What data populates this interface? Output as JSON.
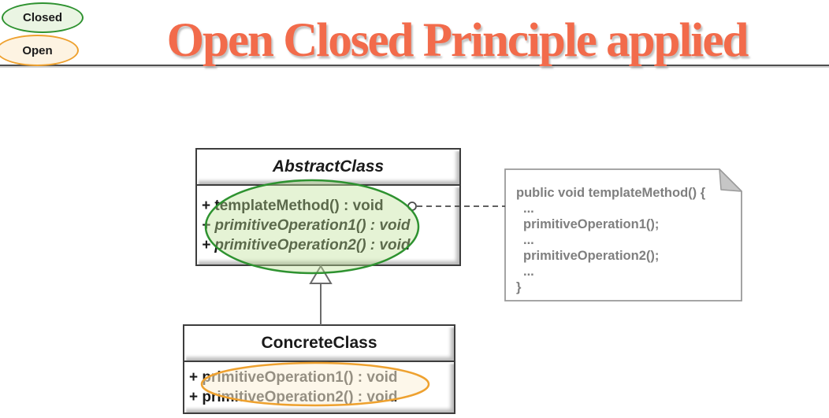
{
  "legend": {
    "closed_label": "Closed",
    "open_label": "Open"
  },
  "header": {
    "title": "Open Closed Principle applied"
  },
  "uml": {
    "abstract_class": {
      "name": "AbstractClass",
      "methods": [
        "+ templateMethod() : void",
        "+ primitiveOperation1() : void",
        "+ primitiveOperation2() : void"
      ]
    },
    "concrete_class": {
      "name": "ConcreteClass",
      "methods": [
        "+ primitiveOperation1() : void",
        "+ primitiveOperation2() : void"
      ]
    },
    "note": {
      "lines": [
        "public void templateMethod() {",
        "...",
        "primitiveOperation1();",
        "...",
        "primitiveOperation2();",
        "...",
        "}"
      ]
    }
  },
  "colors": {
    "title": "#F26B4B",
    "closed_ellipse_stroke": "#2E9230",
    "closed_ellipse_fill": "#EAF5E3",
    "open_ellipse_stroke": "#EEA12F",
    "open_ellipse_fill": "#FDF3E2",
    "note_text": "#7F7F7F",
    "note_border": "#9A9A9A"
  }
}
